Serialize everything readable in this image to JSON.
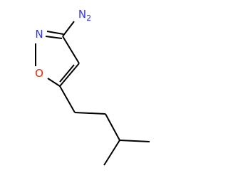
{
  "molecule": {
    "atoms": {
      "amine": {
        "element": "N",
        "hydrogens": "2",
        "color": "#3333ff"
      },
      "ring_nitrogen": {
        "element": "N",
        "color": "#3333ff"
      },
      "ring_oxygen": {
        "element": "O",
        "color": "#ff2200"
      }
    },
    "bond_color": "#000000"
  }
}
